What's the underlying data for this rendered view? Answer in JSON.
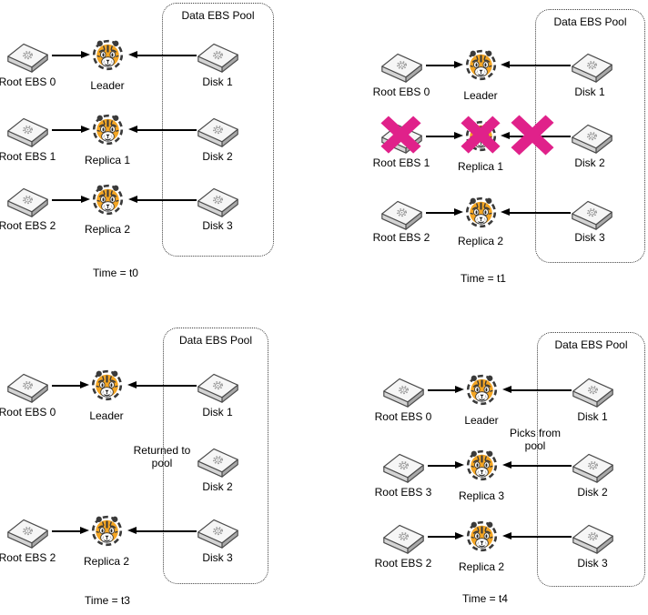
{
  "diagram": {
    "pool_label": "Data EBS Pool",
    "panels": [
      {
        "id": "t0",
        "time_label": "Time = t0",
        "rows": [
          {
            "left_label": "Root EBS 0",
            "center_label": "Leader",
            "right_label": "Disk 1"
          },
          {
            "left_label": "Root EBS 1",
            "center_label": "Replica 1",
            "right_label": "Disk 2"
          },
          {
            "left_label": "Root EBS 2",
            "center_label": "Replica 2",
            "right_label": "Disk 3"
          }
        ]
      },
      {
        "id": "t1",
        "time_label": "Time = t1",
        "rows": [
          {
            "left_label": "Root EBS 0",
            "center_label": "Leader",
            "right_label": "Disk 1"
          },
          {
            "left_label": "Root EBS 1",
            "center_label": "Replica 1",
            "right_label": "Disk 2",
            "failed": true
          },
          {
            "left_label": "Root EBS 2",
            "center_label": "Replica 2",
            "right_label": "Disk 3"
          }
        ]
      },
      {
        "id": "t3",
        "time_label": "Time = t3",
        "rows": [
          {
            "left_label": "Root EBS 0",
            "center_label": "Leader",
            "right_label": "Disk 1"
          },
          {
            "right_label": "Disk 2",
            "note": "Returned to pool"
          },
          {
            "left_label": "Root EBS 2",
            "center_label": "Replica 2",
            "right_label": "Disk 3"
          }
        ]
      },
      {
        "id": "t4",
        "time_label": "Time = t4",
        "rows": [
          {
            "left_label": "Root EBS 0",
            "center_label": "Leader",
            "right_label": "Disk 1"
          },
          {
            "left_label": "Root EBS 3",
            "center_label": "Replica 3",
            "right_label": "Disk 2",
            "note": "Picks from pool"
          },
          {
            "left_label": "Root EBS 2",
            "center_label": "Replica 2",
            "right_label": "Disk 3"
          }
        ]
      }
    ],
    "icons": {
      "disk": "disk-icon",
      "tiger": "tiger-face-icon",
      "failure": "x-mark-icon"
    },
    "colors": {
      "tiger_orange": "#F5A623",
      "failure_x": "#E0218A",
      "disk_fill": "#F6F6F6",
      "disk_side": "#A9A9A9",
      "outline": "#3A3A3A",
      "background": "#FFFFFF"
    }
  }
}
